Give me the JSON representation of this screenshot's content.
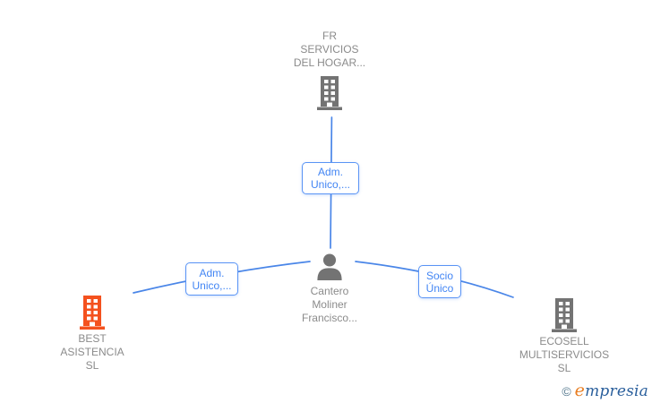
{
  "diagram": {
    "background": "#ffffff",
    "colors": {
      "edge": "#4a86e8",
      "label_text": "#4285f4",
      "label_border": "#5a94f5",
      "node_text": "#8b8b8b",
      "company_icon_gray": "#737373",
      "company_icon_orange": "#f4511e",
      "person_icon": "#737373"
    },
    "nodes": {
      "fr_servicios": {
        "lines": [
          "FR",
          "SERVICIOS",
          "DEL HOGAR..."
        ]
      },
      "person": {
        "lines": [
          "Cantero",
          "Moliner",
          "Francisco..."
        ]
      },
      "best_asistencia": {
        "lines": [
          "BEST",
          "ASISTENCIA",
          "SL"
        ]
      },
      "ecosell": {
        "lines": [
          "ECOSELL",
          "MULTISERVICIOS",
          "SL"
        ]
      }
    },
    "edge_labels": {
      "top": {
        "lines": [
          "Adm.",
          "Unico,..."
        ]
      },
      "left": {
        "lines": [
          "Adm.",
          "Unico,..."
        ]
      },
      "right": {
        "lines": [
          "Socio",
          "Único"
        ]
      }
    }
  },
  "watermark": {
    "copyright_symbol": "©",
    "brand_initial": "e",
    "brand_rest": "mpresia"
  }
}
